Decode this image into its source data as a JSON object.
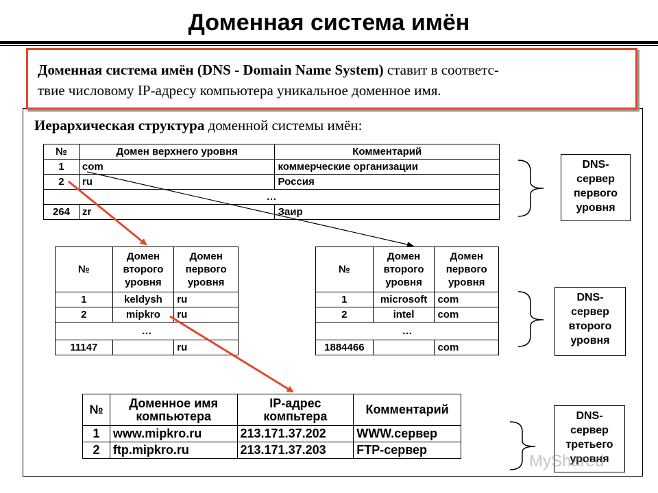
{
  "title": "Доменная система имён",
  "definition": {
    "bold_part": "Доменная система имён (DNS - Domain Name System)",
    "rest_line1": " ставит в соответс-",
    "line2": "твие числовому IP-адресу компьютера уникальное доменное имя."
  },
  "subheading": {
    "bold_part": "Иерархическая структура",
    "rest": " доменной системы имён:"
  },
  "top_level_table": {
    "headers": [
      "№",
      "Домен верхнего уровня",
      "Комментарий"
    ],
    "rows": [
      [
        "1",
        "com",
        "коммерческие организации"
      ],
      [
        "2",
        "ru",
        "Россия"
      ],
      [
        "…"
      ],
      [
        "264",
        "zr",
        "Заир"
      ]
    ]
  },
  "second_level_table_ru": {
    "headers": [
      "№",
      "Домен второго уровня",
      "Домен первого уровня"
    ],
    "rows": [
      [
        "1",
        "keldysh",
        "ru"
      ],
      [
        "2",
        "mipkro",
        "ru"
      ],
      [
        "…"
      ],
      [
        "11147",
        "",
        "ru"
      ]
    ]
  },
  "second_level_table_com": {
    "headers": [
      "№",
      "Домен второго уровня",
      "Домен первого уровня"
    ],
    "rows": [
      [
        "1",
        "microsoft",
        "com"
      ],
      [
        "2",
        "intel",
        "com"
      ],
      [
        "…"
      ],
      [
        "1884466",
        "",
        "com"
      ]
    ]
  },
  "computer_table": {
    "headers": [
      "№",
      "Доменное имя компьютера",
      "IP-адрес компьтера",
      "Комментарий"
    ],
    "rows": [
      [
        "1",
        "www.mipkro.ru",
        "213.171.37.202",
        "WWW.сервер"
      ],
      [
        "2",
        "ftp.mipkro.ru",
        "213.171.37.203",
        "FTP-сервер"
      ]
    ]
  },
  "dns_labels": {
    "first": [
      "DNS-",
      "сервер",
      "первого",
      "уровня"
    ],
    "second": [
      "DNS-",
      "сервер",
      "второго",
      "уровня"
    ],
    "third": [
      "DNS-",
      "сервер",
      "третьего",
      "уровня"
    ]
  },
  "colors": {
    "accent": "#e04a2a",
    "arrow_thin": "#000000"
  },
  "watermark": "MyShared"
}
